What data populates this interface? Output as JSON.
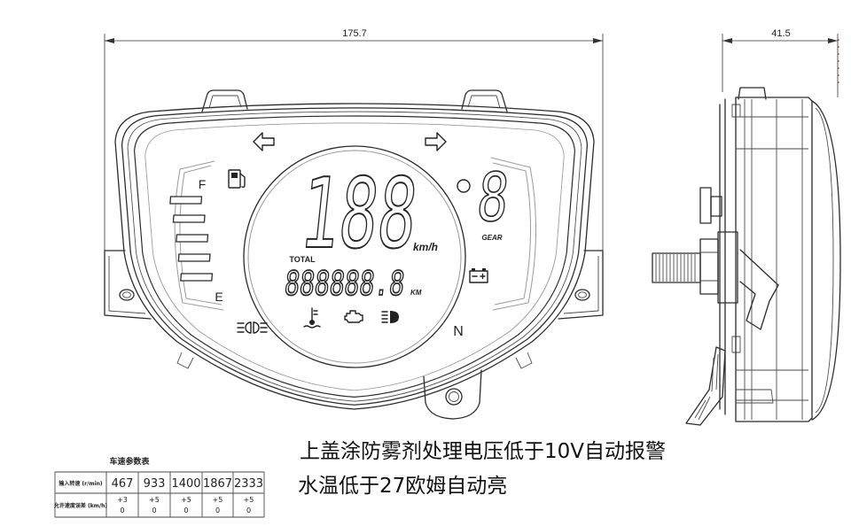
{
  "dimensions": {
    "overall_width": "175.7",
    "overall_depth": "41.5"
  },
  "gauge": {
    "speed_value": "188",
    "speed_unit": "km/h",
    "gear_value": "8",
    "gear_label": "GEAR",
    "odometer_label": "TOTAL",
    "odometer_value": "888888.8",
    "odometer_unit": "KM",
    "fuel_full_label": "F",
    "fuel_empty_label": "E",
    "fuel_level_bars": 5,
    "neutral_label": "N"
  },
  "indicator_icons": [
    "left-turn-icon",
    "right-turn-icon",
    "fuel-pump-icon",
    "position-lamp-icon",
    "water-temperature-icon",
    "engine-icon",
    "high-beam-icon",
    "battery-icon",
    "indicator-lamp-icon"
  ],
  "notes": {
    "line1": "上盖涂防雾剂处理电压低于10V自动报警",
    "line2": "水温低于27欧姆自动亮"
  },
  "speed_table": {
    "title": "车速参数表",
    "rows": [
      {
        "label": "输入转速 (r/min)",
        "cells": [
          "467",
          "933",
          "1400",
          "1867",
          "2333"
        ]
      },
      {
        "label": "允许速度误差 (km/h)",
        "cells": [
          {
            "upper": "+3",
            "lower": "0"
          },
          {
            "upper": "+5",
            "lower": "0"
          },
          {
            "upper": "+5",
            "lower": "0"
          },
          {
            "upper": "+5",
            "lower": "0"
          },
          {
            "upper": "+5",
            "lower": "0"
          }
        ]
      }
    ]
  }
}
